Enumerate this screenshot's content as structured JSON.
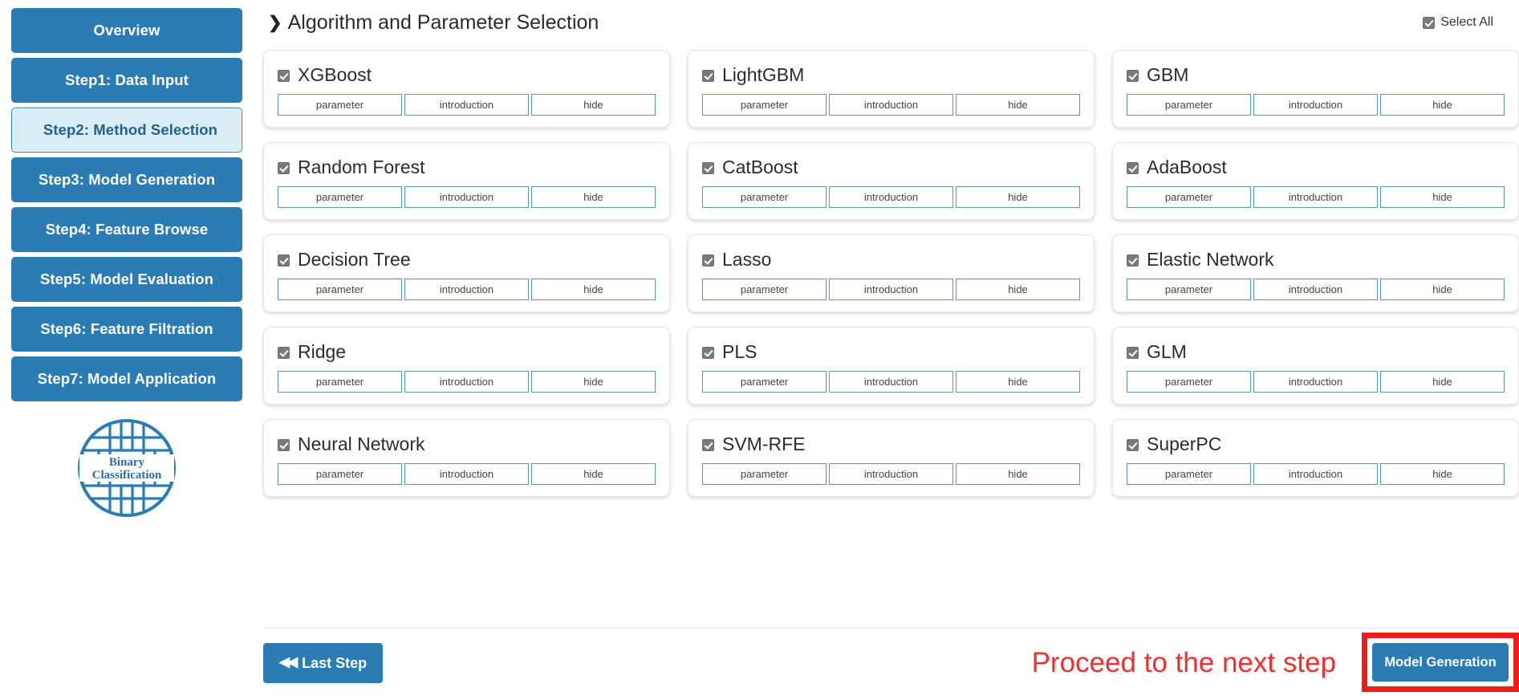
{
  "sidebar": {
    "items": [
      {
        "label": "Overview",
        "active": false
      },
      {
        "label": "Step1: Data Input",
        "active": false
      },
      {
        "label": "Step2: Method Selection",
        "active": true
      },
      {
        "label": "Step3: Model Generation",
        "active": false
      },
      {
        "label": "Step4: Feature Browse",
        "active": false
      },
      {
        "label": "Step5: Model Evaluation",
        "active": false
      },
      {
        "label": "Step6: Feature Filtration",
        "active": false
      },
      {
        "label": "Step7: Model Application",
        "active": false
      }
    ],
    "logo": {
      "line1": "Binary",
      "line2": "Classification",
      "icon": "circular-lattice-logo",
      "color": "#2b7cb5"
    }
  },
  "header": {
    "title": "Algorithm and Parameter Selection",
    "chevron_icon": "chevron-right-icon",
    "select_all": {
      "label": "Select All",
      "checked": true,
      "icon": "checkbox-checked-icon"
    }
  },
  "card_buttons": {
    "parameter": "parameter",
    "introduction": "introduction",
    "hide": "hide"
  },
  "algorithms": [
    {
      "name": "XGBoost",
      "checked": true
    },
    {
      "name": "LightGBM",
      "checked": true
    },
    {
      "name": "GBM",
      "checked": true
    },
    {
      "name": "Random Forest",
      "checked": true
    },
    {
      "name": "CatBoost",
      "checked": true
    },
    {
      "name": "AdaBoost",
      "checked": true
    },
    {
      "name": "Decision Tree",
      "checked": true
    },
    {
      "name": "Lasso",
      "checked": true
    },
    {
      "name": "Elastic Network",
      "checked": true
    },
    {
      "name": "Ridge",
      "checked": true
    },
    {
      "name": "PLS",
      "checked": true
    },
    {
      "name": "GLM",
      "checked": true
    },
    {
      "name": "Neural Network",
      "checked": true
    },
    {
      "name": "SVM-RFE",
      "checked": true
    },
    {
      "name": "SuperPC",
      "checked": true
    }
  ],
  "footer": {
    "last_step_label": "Last Step",
    "last_step_icon": "double-chevron-left-icon",
    "proceed_note": "Proceed to the next step",
    "next_label": "Model Generation",
    "highlight_color": "#ee1d1d",
    "note_color": "#ef3030"
  },
  "colors": {
    "brand_blue": "#2b7cb5",
    "active_bg": "#d9edf7",
    "card_btn_border": "#5b95ad",
    "checkbox_fill": "#777b7e"
  }
}
